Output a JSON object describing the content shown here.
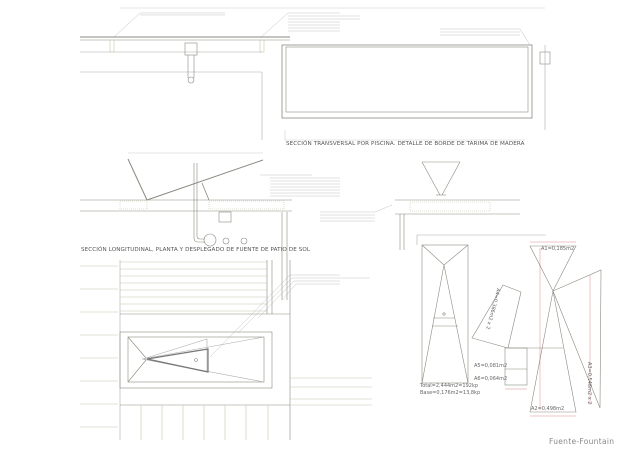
{
  "titles": {
    "cross_section": "SECCIÓN TRANSVERSAL POR PISCINA. DETALLE DE BORDE DE TARIMA DE MADERA",
    "long_section": "SECCIÓN LONGITUDINAL, PLANTA Y DESPLEGADO DE FUENTE DE PATIO DE SOL"
  },
  "areas": {
    "total": "Total=2,444m2=192kp",
    "base": "Base=0,176m2=13,8kp",
    "a1": "A1=0,185m2",
    "a2": "A2=0,498m2",
    "a3": "A3=0,546m2 x 2",
    "a4": "A4=0,386m2 x 2",
    "a5": "A5=0,081m2",
    "a6": "A6=0,064m2"
  },
  "footer": "Fuente-Fountain",
  "colors": {
    "line": "#8a8a80",
    "dim": "#c04040",
    "hatch": "#c8c8b0"
  }
}
